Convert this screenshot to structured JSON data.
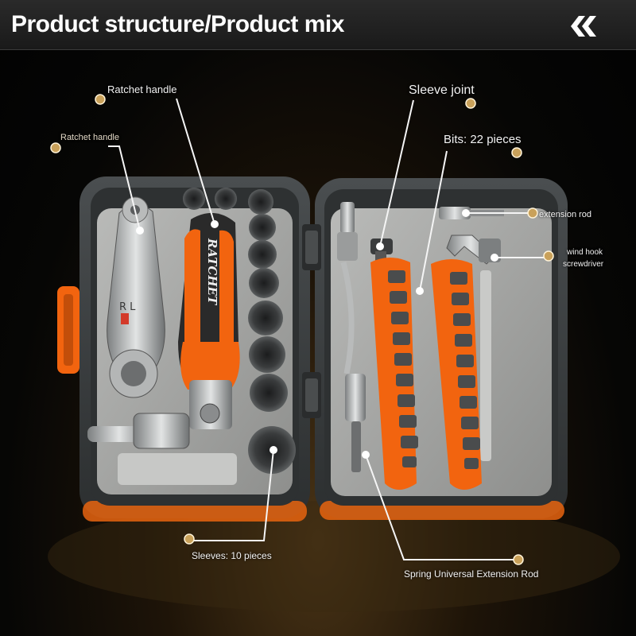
{
  "header": {
    "title": "Product structure/Product mix",
    "nav_icon": "double-chevron-left-icon"
  },
  "callouts": {
    "ratchet_handle_top": "Ratchet handle",
    "ratchet_handle_left": "Ratchet handle",
    "sleeve_joint": "Sleeve joint",
    "bits": "Bits: 22 pieces",
    "extension_rod": "extension rod",
    "wind_hook_line1": "wind hook",
    "wind_hook_line2": "screwdriver",
    "sleeves": "Sleeves: 10 pieces",
    "spring_extension": "Spring Universal Extension Rod"
  },
  "product_text": {
    "handle_brand": "RATCHET",
    "ratchet_marking": "R  L"
  },
  "colors": {
    "accent_orange": "#f2640f",
    "case_dark": "#3a3d3e",
    "tray_gray": "#a7a8a6",
    "marker_gold": "#c9a15a"
  }
}
